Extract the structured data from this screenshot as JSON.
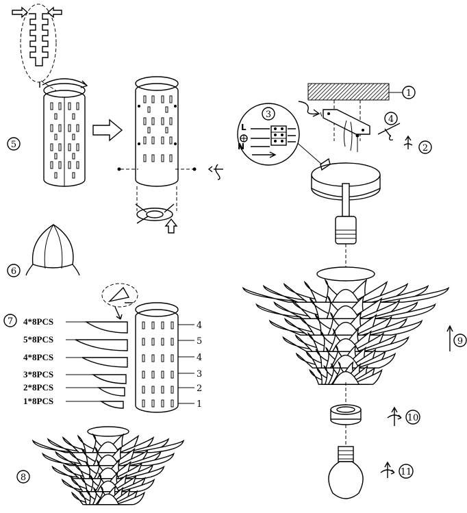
{
  "steps": {
    "s1": "1",
    "s2": "2",
    "s3": "3",
    "s4": "4",
    "s5": "5",
    "s6": "6",
    "s7": "7",
    "s8": "8",
    "s9": "9",
    "s10": "10",
    "s11": "11"
  },
  "wiring": {
    "live": "L",
    "neutral": "N"
  },
  "petals": {
    "counts": [
      "4*8PCS",
      "5*8PCS",
      "4*8PCS",
      "3*8PCS",
      "2*8PCS",
      "1*8PCS"
    ],
    "rows": [
      "4",
      "5",
      "4",
      "3",
      "2",
      "1"
    ]
  }
}
